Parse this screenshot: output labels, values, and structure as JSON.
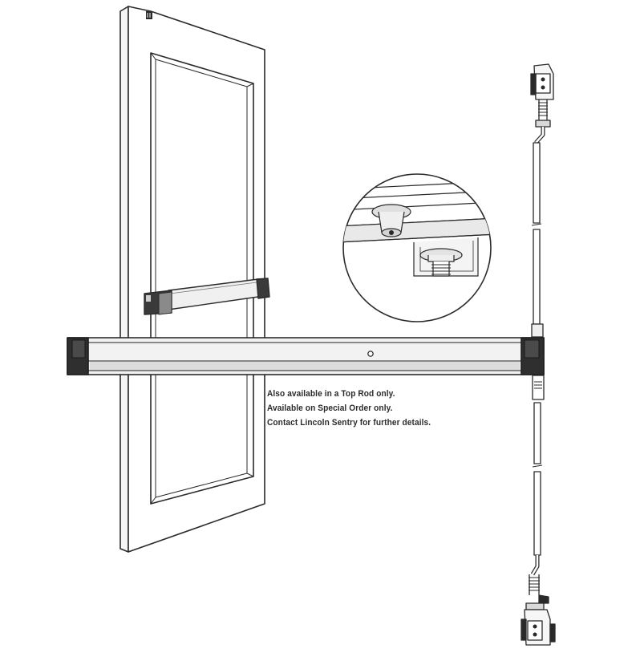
{
  "caption": {
    "lines": [
      "Also available in a Top Rod only.",
      "Available on Special Order only.",
      "Contact Lincoln Sentry for further details."
    ]
  },
  "colors": {
    "line": "#2a2a2a",
    "bar_body": "#eeeeee",
    "end_cap": "#333333",
    "door_face": "#ffffff",
    "background": "#ffffff"
  },
  "icons": {
    "illustration": "vertical-rod-exit-device-illustration",
    "detail": "strike-detail-magnifier"
  }
}
